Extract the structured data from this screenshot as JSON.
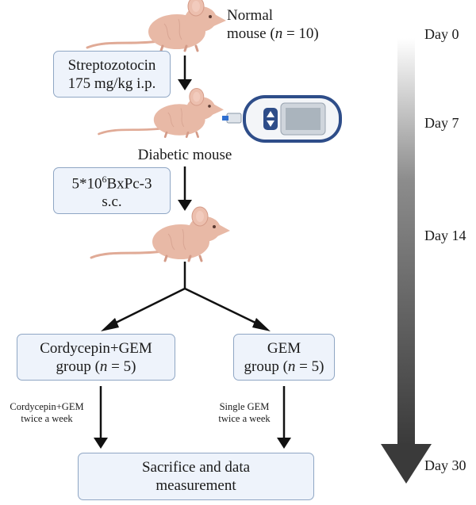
{
  "stage1": {
    "line1": "Normal",
    "line2_text": "mouse (",
    "line2_n": "n",
    "line2_rest": " = 10)"
  },
  "step1_box": {
    "line1": "Streptozotocin",
    "line2": "175 mg/kg i.p."
  },
  "stage2_label": "Diabetic mouse",
  "step2_box": {
    "line1_pre": "5*10",
    "line1_sup": "6",
    "line1_post": "BxPc-3",
    "line2": "s.c."
  },
  "group_left": {
    "line1": "Cordycepin+GEM",
    "line2_pre": "group (",
    "line2_n": "n",
    "line2_post": " = 5)"
  },
  "group_right": {
    "line1": "GEM",
    "line2_pre": "group (",
    "line2_n": "n",
    "line2_post": " = 5)"
  },
  "treatment_left": {
    "line1": "Cordycepin+GEM",
    "line2": "twice a week"
  },
  "treatment_right": {
    "line1": "Single GEM",
    "line2": "twice a week"
  },
  "final_box": {
    "line1": "Sacrifice and data",
    "line2": "measurement"
  },
  "timeline": [
    "Day 0",
    "Day 7",
    "Day 14",
    "Day 30"
  ],
  "colors": {
    "box_fill": "#eef3fb",
    "box_border": "#8fa6c4",
    "mouse": "#e8b9a6",
    "arrow": "#111111",
    "timeline_dark": "#3b3b3b"
  },
  "icons": [
    "mouse-icon",
    "glucometer-icon"
  ]
}
